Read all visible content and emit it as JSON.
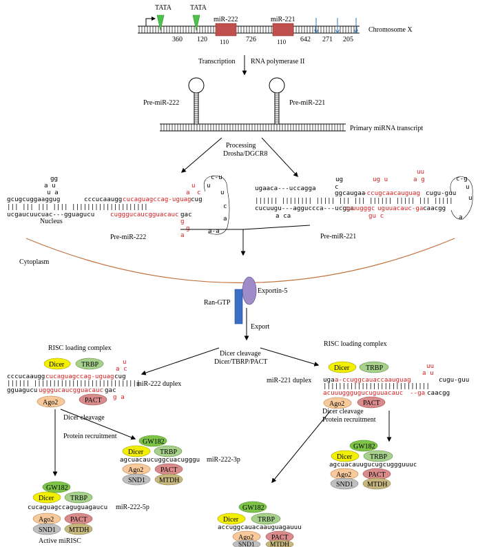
{
  "chromosome": {
    "label": "Chromosome X",
    "tata": [
      "TATA",
      "TATA"
    ],
    "distances": [
      "360",
      "120",
      "726",
      "642",
      "271",
      "205"
    ],
    "genes": [
      {
        "name": "miR-222",
        "length": "110"
      },
      {
        "name": "miR-221",
        "length": "110"
      }
    ]
  },
  "transcription": {
    "left": "Transcription",
    "right": "RNA polymerase II"
  },
  "primary": {
    "pre222": "Pre-miR-222",
    "pre221": "Pre-miR-221",
    "label": "Primary miRNA transcript"
  },
  "processing": {
    "line1": "Processing",
    "line2": "Drosha/DGCR8"
  },
  "hairpin222": {
    "top_loop": "gg",
    "bulge_top": "a u",
    "bulge_mid": "u a",
    "top_black": "gcugcuggaaggug",
    "top_black2": "cccucaaugg",
    "top_red": "cucaguagccag-uguag",
    "top_end": "cug",
    "bars": "||| ||| ||| |||| ||||||||||||||||||||",
    "bottom_black": "ucgaucuucuac---gguagucu",
    "bottom_red": "cugggucaucgguacauc",
    "bottom_end": "gac",
    "red_right": [
      "u",
      "a",
      "c",
      "g",
      "g",
      "a"
    ],
    "loop": [
      "c-u",
      "u",
      "u",
      "c",
      "a",
      "a-a"
    ],
    "label": "Pre-miR-222"
  },
  "hairpin221": {
    "top_small": "ug",
    "top_small2": "c",
    "red_top1": "ug  u",
    "red_top2": "uu",
    "top_black": "ugaaca---uccagga",
    "top_black2": "ggcaugaa",
    "top_red": "-ccugcaacauguag",
    "top_end": "cugu-guu",
    "bottom_black": "cucuugu---agguccca---ucgga",
    "bottom_red": "cuuugggc",
    "bottom_red2": "uguuacauc-ga",
    "bottom_end": "caacgg",
    "under": "a      ca",
    "under_red": "gu c",
    "loop": [
      "c-g",
      "u",
      "u",
      "a"
    ],
    "label": "Pre-miR-221"
  },
  "compartments": {
    "nucleus": "Nucleus",
    "cytoplasm": "Cytoplasm"
  },
  "export": {
    "exportin": "Exportin-5",
    "ran": "Ran-GTP",
    "export": "Export"
  },
  "dicer": {
    "line1": "Dicer cleavage",
    "line2": "Dicer/TBRP/PACT"
  },
  "risc": {
    "left": "RISC loading complex",
    "right": "RISC loading complex"
  },
  "duplex222": {
    "top_black": "cccucaaugg",
    "top_red": "cucaguagccag-uguag",
    "top_end": "cug",
    "red_up": "u",
    "red_up2": "a c",
    "bottom_black": "gguagucu",
    "bottom_red": "ugggucaucgguacauc",
    "bottom_end": "gac",
    "red_down": "g a",
    "label": "miR-222 duplex"
  },
  "duplex221": {
    "top_black": "uga",
    "top_red": "a-ccuggcauaccaauguag",
    "top_end": "cugu-guu",
    "red_up": "uu",
    "red_up2": "a u",
    "bottom_red": "acuuugggugucuguuacauc",
    "bottom_red2": "--ga",
    "bottom_end": "caacgg",
    "label": "miR-221 duplex"
  },
  "proteins": {
    "dicer": "Dicer",
    "trbp": "TRBP",
    "ago2": "Ago2",
    "pact": "PACT",
    "gw182": "GW182",
    "snd1": "SND1",
    "mtdh": "MTDH"
  },
  "recruitment": {
    "line1": "Dicer cleavage",
    "line2": "Protein recruitment"
  },
  "strands": {
    "s222_3p": "agcuacaucuggcuacugggu",
    "s222_3p_label": "miR-222-3p",
    "s222_5p": "cucaguagccaguguagaucu",
    "s222_5p_label": "miR-222-5p",
    "active": "Active miRISC",
    "s221_left": "accuggcauacaauguagauuu",
    "s221_right": "agcuacauugucugcuggguuuc"
  },
  "colors": {
    "gene_box": "#c0504d",
    "tata": "#4cc24c",
    "red_text": "#d81e1e",
    "blue_arrow": "#2e74b5",
    "dicer": "#f2f000",
    "trbp": "#a8d08d",
    "ago2": "#f7c99b",
    "pact": "#d98b8b",
    "gw182": "#7cc348",
    "snd1": "#bfbfbf",
    "mtdh": "#c5b77d",
    "exportin": "#a08cc8",
    "ran": "#3c6ec3",
    "membrane": "#c0703a"
  }
}
